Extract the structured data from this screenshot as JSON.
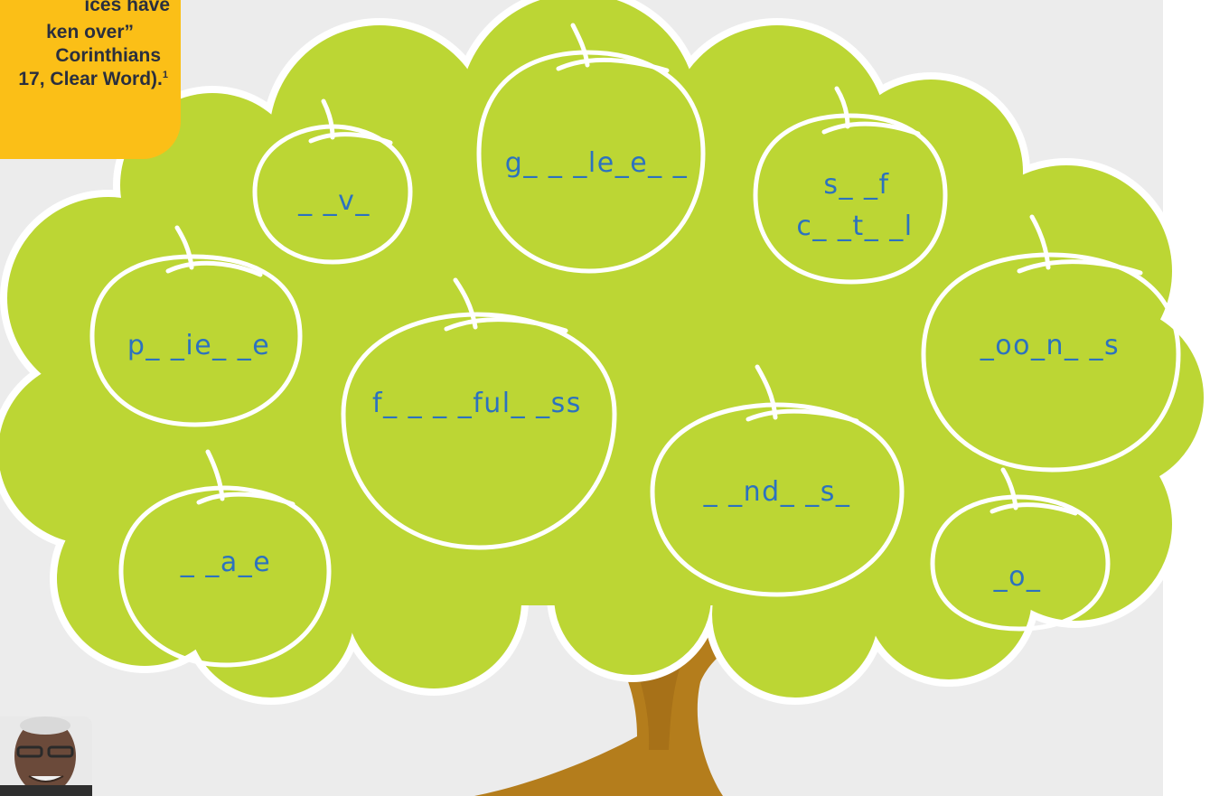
{
  "callout": {
    "lines": [
      "ices have",
      "ken over”",
      "Corinthians",
      "17, Clear Word)."
    ],
    "footnote": "1"
  },
  "apples": {
    "a1": "_ _v_",
    "a2": "g_ _ _le_e_ _",
    "a3a": "s_ _f",
    "a3b": "c_ _t_ _l",
    "a4": "p_ _ie_ _e",
    "a5": "f_ _ _ _ful_ _ss",
    "a6": "_oo_n_ _s",
    "a7": "_ _nd_ _s_",
    "a8": "_ _a_e",
    "a9": "_o_"
  },
  "colors": {
    "canopy": "#bcd634",
    "trunk": "#b47d1c",
    "word": "#2c72bf",
    "callout": "#fbbf17",
    "panel": "#ececec"
  }
}
